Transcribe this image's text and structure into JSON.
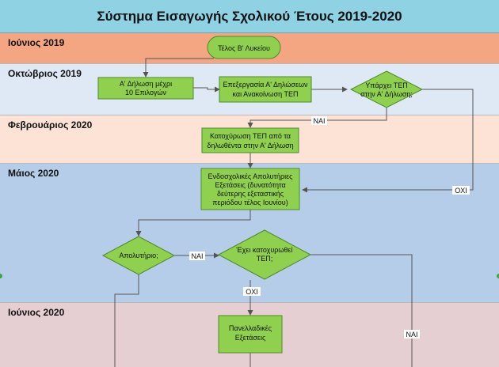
{
  "title": "Σύστημα Εισαγωγής Σχολικού Έτους 2019-2020",
  "lanes": [
    "Ιούνιος 2019",
    "Οκτώβριος 2019",
    "Φεβρουάριος 2020",
    "Μάιος 2020",
    "Ιούνιος 2020"
  ],
  "nodes": {
    "start": [
      "Τέλος Β' Λυκείου"
    ],
    "declaration": [
      "Α' Δήλωση μέχρι",
      "10 Επιλογών"
    ],
    "processing": [
      "Επεξεργασία Α' Δηλώσεων",
      "και Ανακοίνωση ΤΕΠ"
    ],
    "decision_tep": [
      "Υπάρχει ΤΕΠ",
      "στην Α' Δήλωση;"
    ],
    "lock_in": [
      "Κατοχύρωση ΤΕΠ από τα",
      "δηλωθέντα στην Α' Δήλωση"
    ],
    "school_exams": [
      "Ενδοσχολικές Απολυτήριες",
      "Εξετάσεις (δυνατότητα",
      "δεύτερης εξεταστικής",
      "περιόδου τέλος Ιουνίου)"
    ],
    "graduate": [
      "Απολυτήριο;"
    ],
    "locked_tep": [
      "Έχει κατοχυρωθεί",
      "ΤΕΠ;"
    ],
    "national_exams": [
      "Πανελλαδικές",
      "Εξετάσεις"
    ]
  },
  "edge_labels": {
    "tep_yes": "ΝΑΙ",
    "tep_no": "ΟΧΙ",
    "graduate_yes": "ΝΑΙ",
    "locked_no": "ΟΧΙ",
    "locked_yes": "ΝΑΙ"
  }
}
